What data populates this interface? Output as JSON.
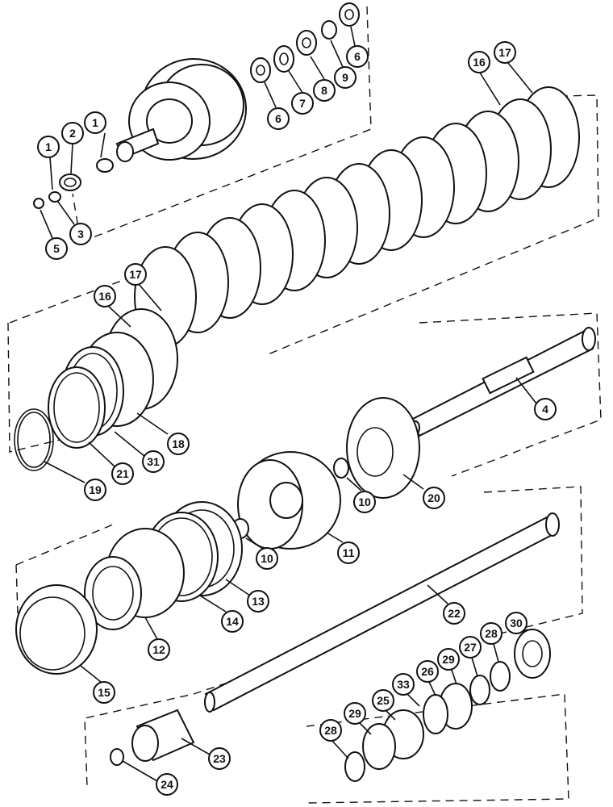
{
  "callouts": [
    {
      "id": "c1a",
      "label": "1"
    },
    {
      "id": "c2",
      "label": "2"
    },
    {
      "id": "c1b",
      "label": "1"
    },
    {
      "id": "c3",
      "label": "3"
    },
    {
      "id": "c5",
      "label": "5"
    },
    {
      "id": "c6a",
      "label": "6"
    },
    {
      "id": "c7",
      "label": "7"
    },
    {
      "id": "c8",
      "label": "8"
    },
    {
      "id": "c9",
      "label": "9"
    },
    {
      "id": "c6b",
      "label": "6"
    },
    {
      "id": "c16a",
      "label": "16"
    },
    {
      "id": "c17a",
      "label": "17"
    },
    {
      "id": "c16b",
      "label": "16"
    },
    {
      "id": "c17b",
      "label": "17"
    },
    {
      "id": "c4",
      "label": "4"
    },
    {
      "id": "c18",
      "label": "18"
    },
    {
      "id": "c31",
      "label": "31"
    },
    {
      "id": "c21",
      "label": "21"
    },
    {
      "id": "c19",
      "label": "19"
    },
    {
      "id": "c20",
      "label": "20"
    },
    {
      "id": "c10a",
      "label": "10"
    },
    {
      "id": "c11",
      "label": "11"
    },
    {
      "id": "c10b",
      "label": "10"
    },
    {
      "id": "c13",
      "label": "13"
    },
    {
      "id": "c14",
      "label": "14"
    },
    {
      "id": "c12",
      "label": "12"
    },
    {
      "id": "c15",
      "label": "15"
    },
    {
      "id": "c22",
      "label": "22"
    },
    {
      "id": "c30",
      "label": "30"
    },
    {
      "id": "c28a",
      "label": "28"
    },
    {
      "id": "c27",
      "label": "27"
    },
    {
      "id": "c29a",
      "label": "29"
    },
    {
      "id": "c26",
      "label": "26"
    },
    {
      "id": "c33",
      "label": "33"
    },
    {
      "id": "c25",
      "label": "25"
    },
    {
      "id": "c29b",
      "label": "29"
    },
    {
      "id": "c28b",
      "label": "28"
    },
    {
      "id": "c23",
      "label": "23"
    },
    {
      "id": "c24",
      "label": "24"
    }
  ]
}
